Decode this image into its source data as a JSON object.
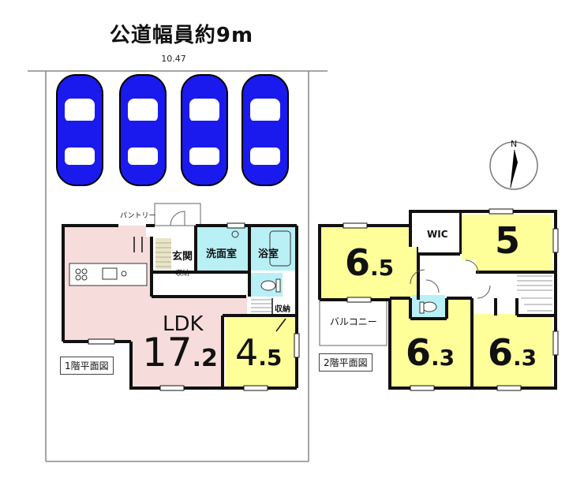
{
  "header": {
    "road_width": "公道幅員約9m",
    "frontage": "10.47"
  },
  "compass": {
    "north": "N"
  },
  "floor1": {
    "label": "1階平面図",
    "ldk_name": "LDK",
    "ldk_size_int": "17",
    "ldk_size_dec": ".2",
    "room_int": "4",
    "room_dec": ".5",
    "pantry": "パントリー",
    "entrance": "玄関",
    "storage_entry": "収納",
    "storage_room": "収納",
    "washroom": "洗面室",
    "bathroom": "浴室"
  },
  "floor2": {
    "label": "2階平面図",
    "wic": "WIC",
    "balcony": "バルコニー",
    "room_a_int": "6",
    "room_a_dec": ".5",
    "room_b": "5",
    "room_c_int": "6",
    "room_c_dec": ".3",
    "room_d_int": "6",
    "room_d_dec": ".3"
  },
  "colors": {
    "ldk": "#f7dcdc",
    "bedroom": "#ffff99",
    "wet": "#b9f0f5",
    "car": "#1a1aee",
    "wall": "#111111",
    "lot_line": "#888888"
  },
  "icons": [
    "car-icon",
    "compass-icon",
    "stove-icon",
    "sink-icon",
    "toilet-icon",
    "bathtub-icon",
    "stairs-icon"
  ]
}
